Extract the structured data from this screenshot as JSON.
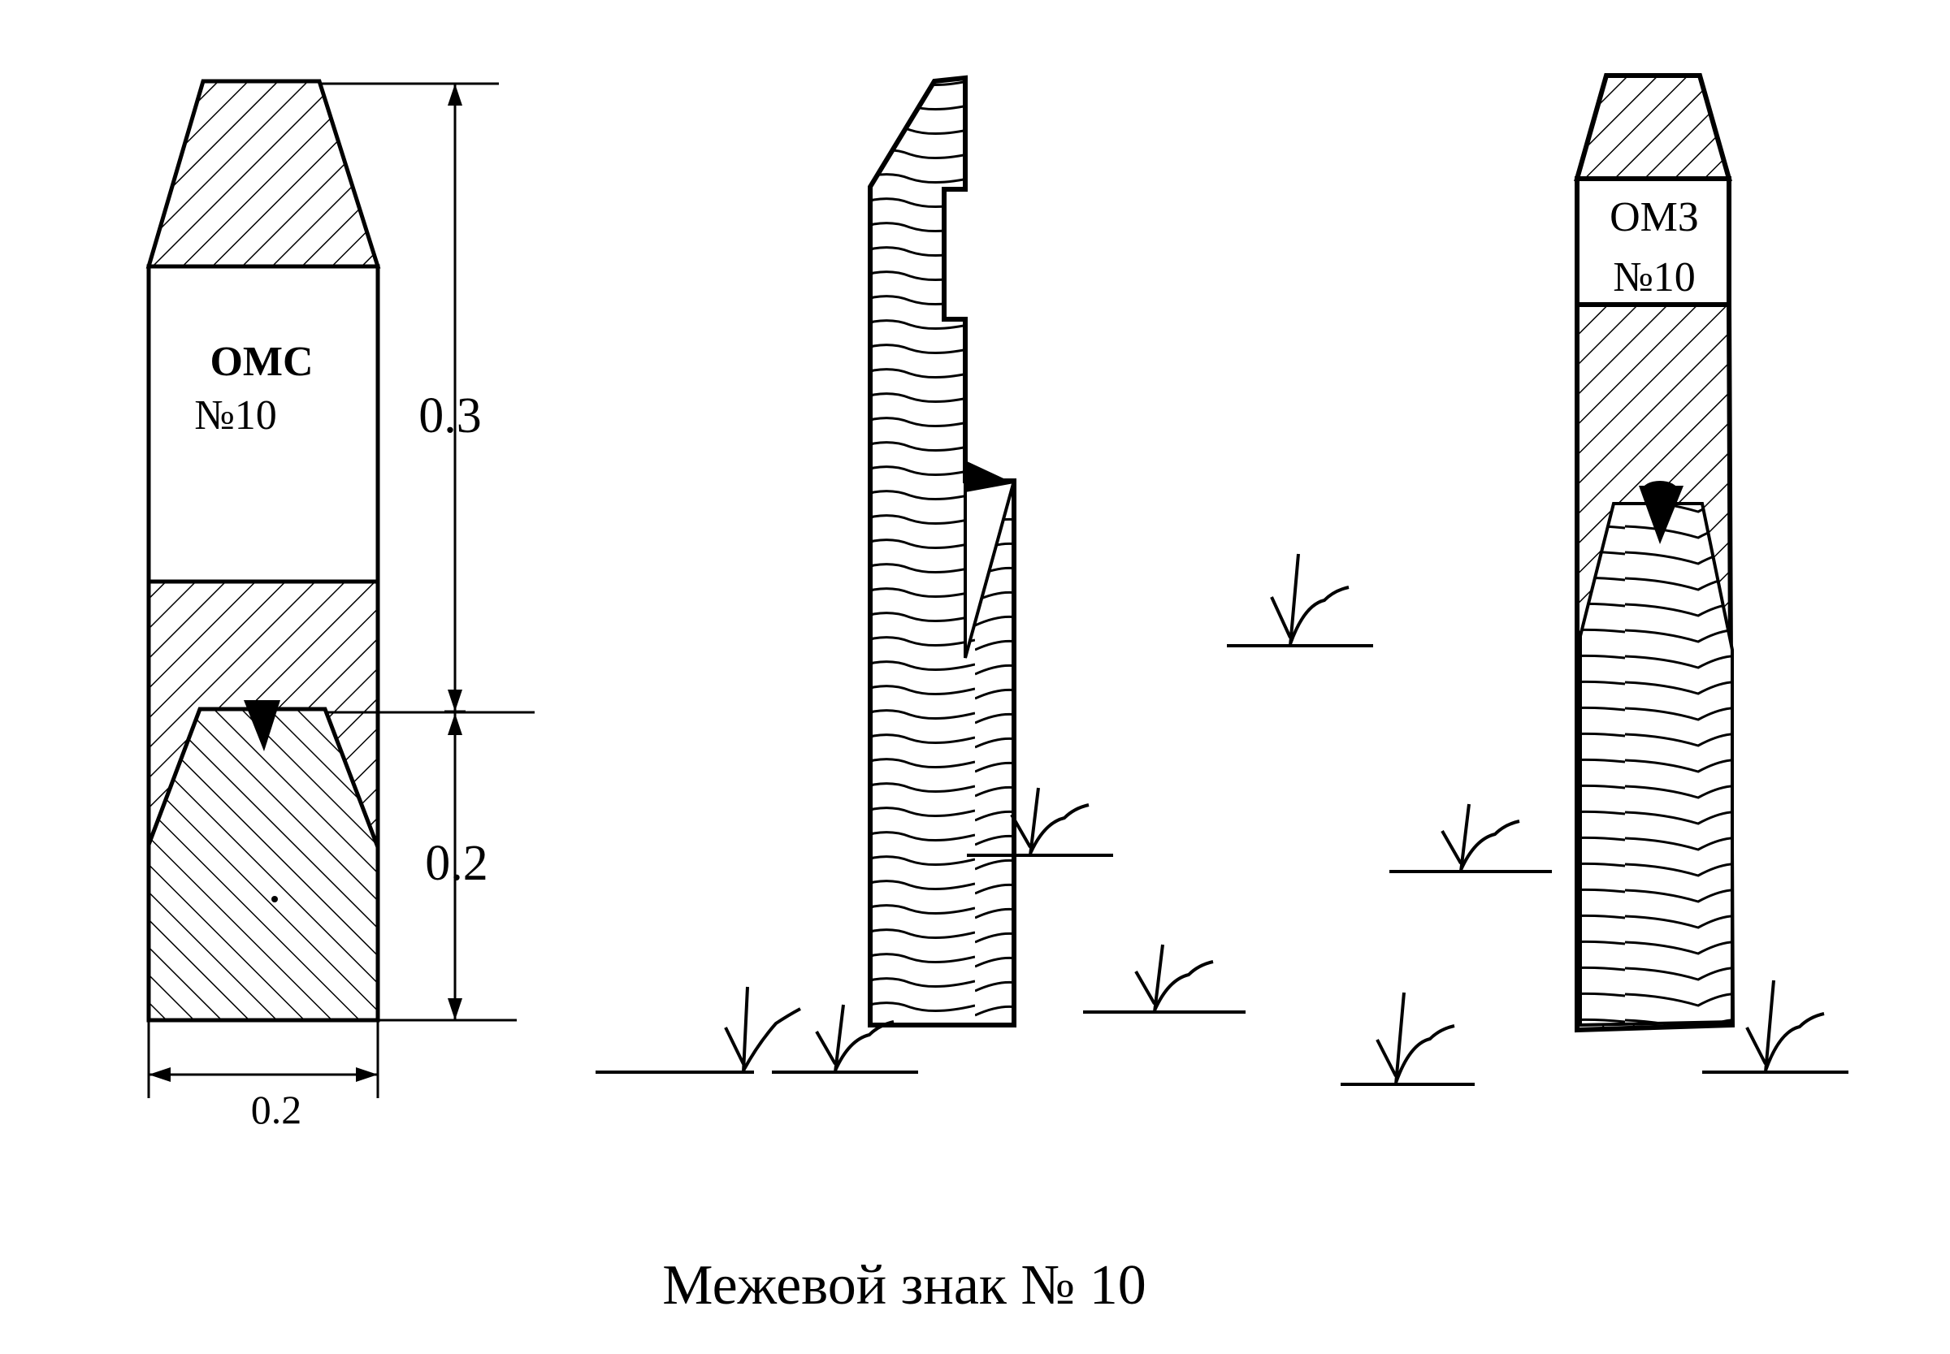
{
  "figure": {
    "caption": "Межевой знак № 10"
  },
  "front_view": {
    "label_line1": "ОМС",
    "label_line2": "№10",
    "dim_total_height": "0.3",
    "dim_lower_height": "0.2",
    "dim_width": "0.2"
  },
  "right_marker": {
    "label_line1": "ОМЗ",
    "label_line2": "№10"
  },
  "colors": {
    "ink": "#000000",
    "paper": "#ffffff"
  }
}
